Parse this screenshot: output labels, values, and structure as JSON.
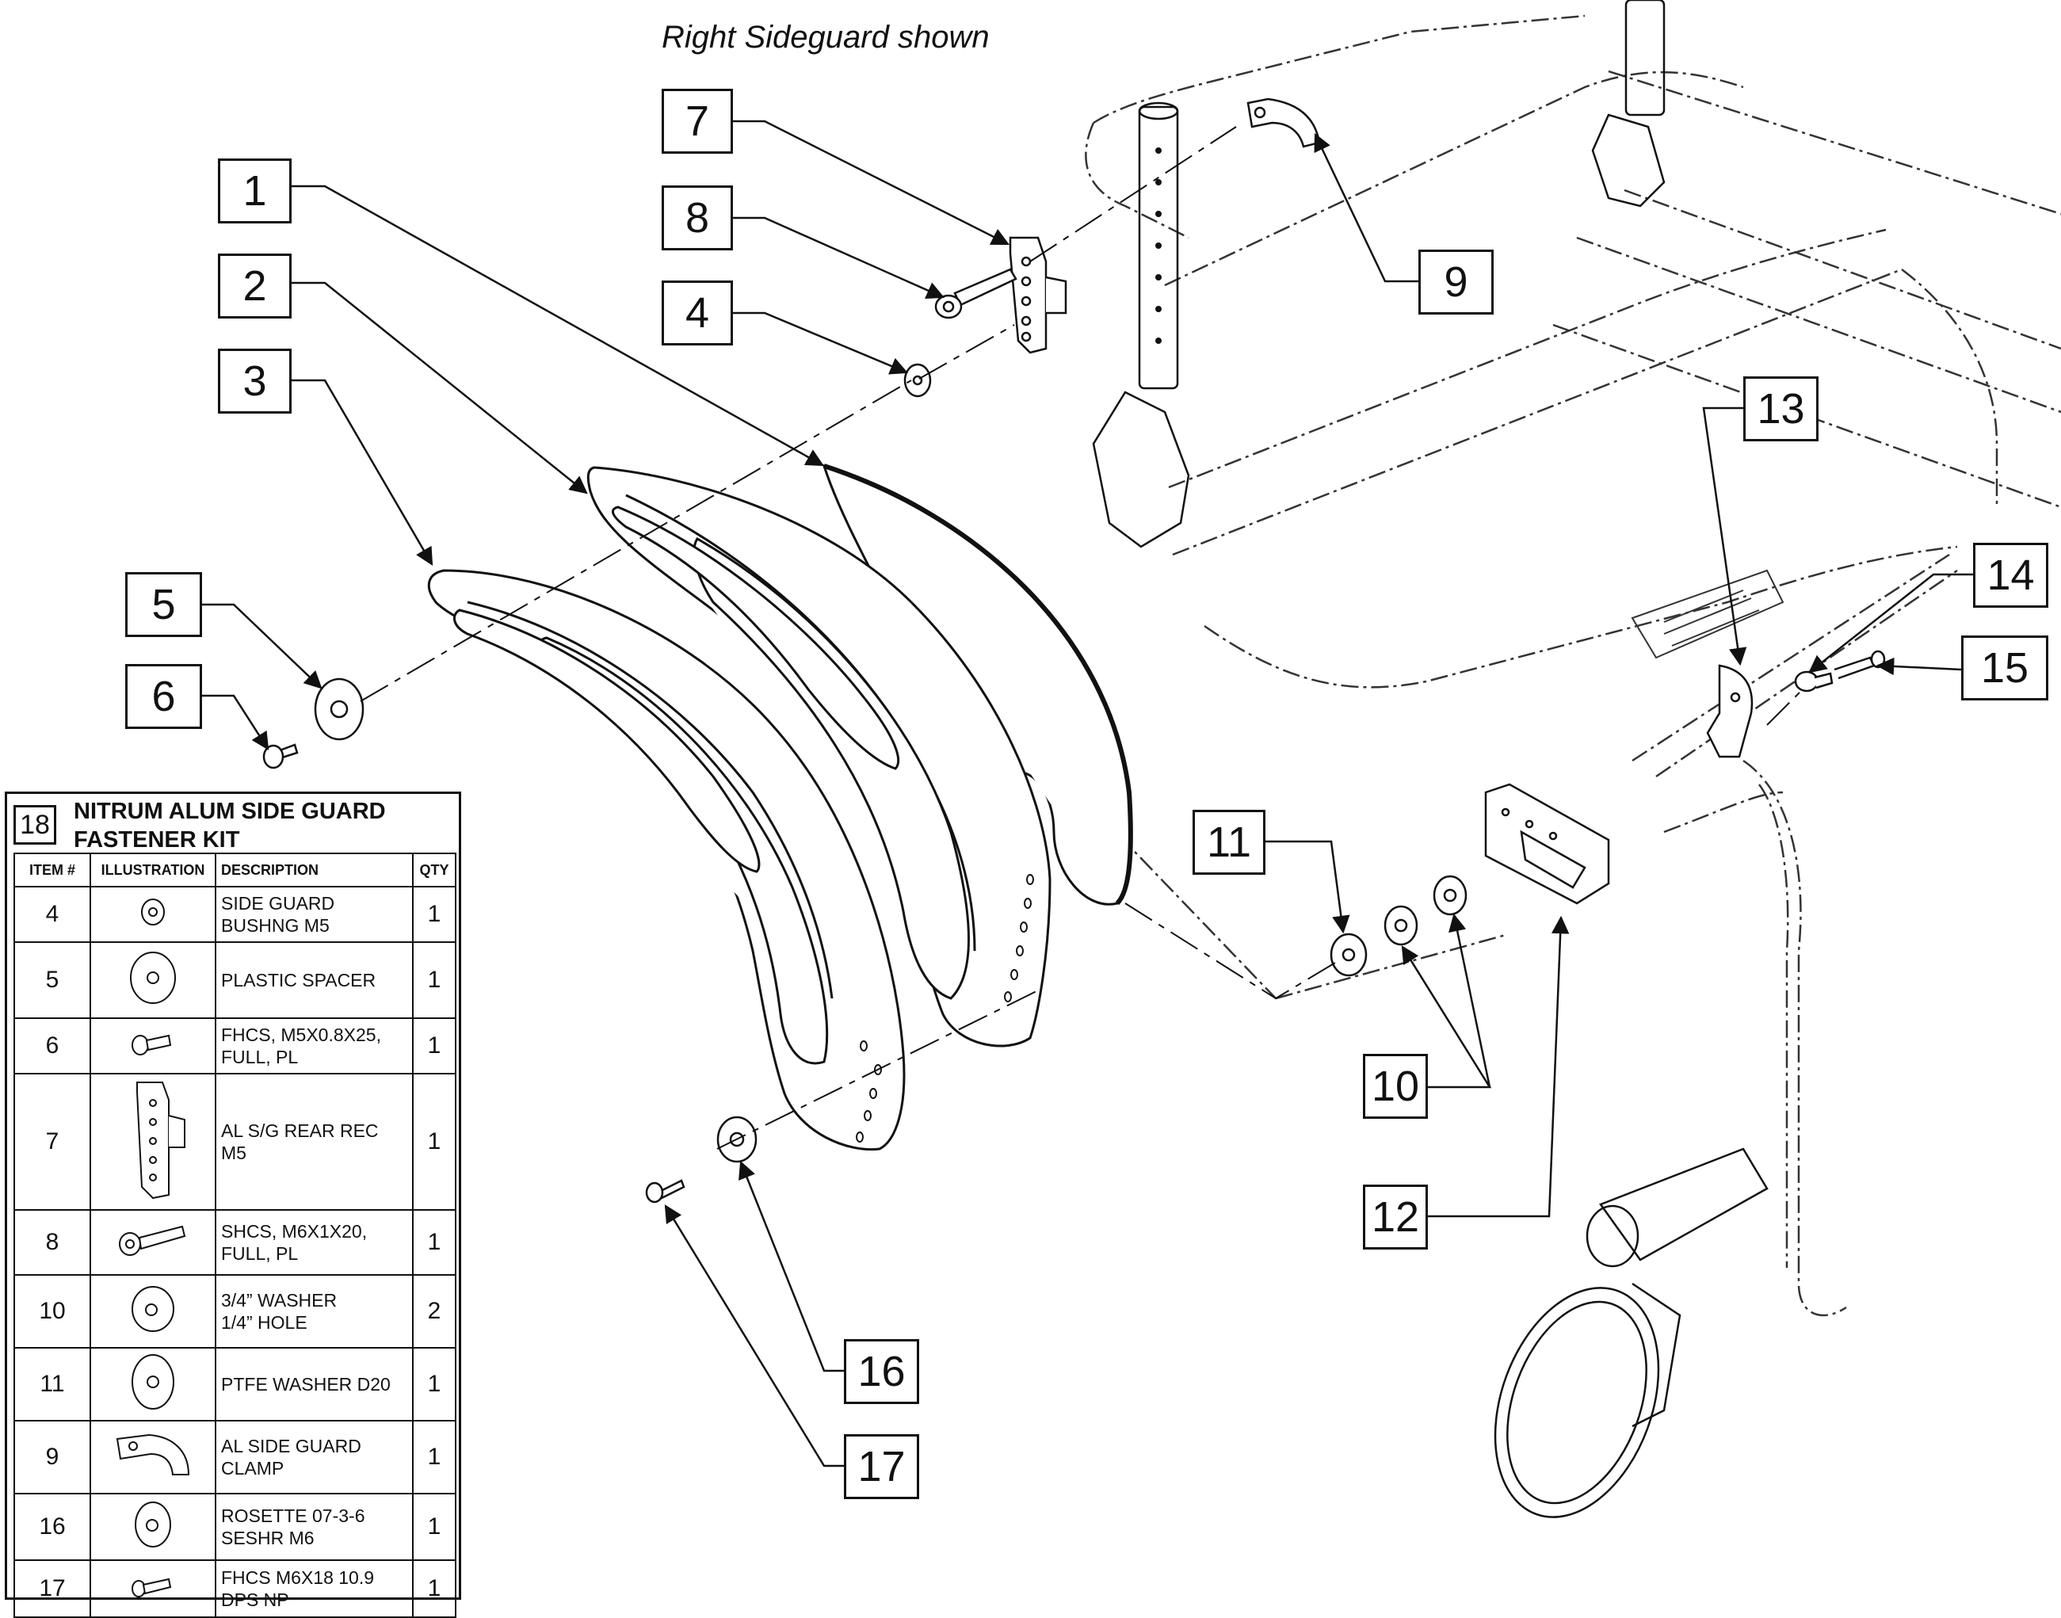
{
  "caption": "Right Sideguard shown",
  "callouts": {
    "c1": "1",
    "c2": "2",
    "c3": "3",
    "c4": "4",
    "c5": "5",
    "c6": "6",
    "c7": "7",
    "c8": "8",
    "c9": "9",
    "c10": "10",
    "c11": "11",
    "c12": "12",
    "c13": "13",
    "c14": "14",
    "c15": "15",
    "c16": "16",
    "c17": "17"
  },
  "kit": {
    "number": "18",
    "title_line1": "NITRUM ALUM SIDE GUARD",
    "title_line2": "FASTENER KIT",
    "headers": {
      "item": "ITEM #",
      "illustration": "ILLUSTRATION",
      "description": "DESCRIPTION",
      "qty": "QTY"
    },
    "rows": [
      {
        "item": "4",
        "icon": "bushing-icon",
        "desc1": "SIDE GUARD",
        "desc2": "BUSHNG M5",
        "qty": "1"
      },
      {
        "item": "5",
        "icon": "spacer-icon",
        "desc1": "PLASTIC SPACER",
        "desc2": "",
        "qty": "1"
      },
      {
        "item": "6",
        "icon": "screw-icon",
        "desc1": "FHCS, M5X0.8X25,",
        "desc2": "FULL, PL",
        "qty": "1"
      },
      {
        "item": "7",
        "icon": "receiver-icon",
        "desc1": "AL S/G REAR REC",
        "desc2": "M5",
        "qty": "1"
      },
      {
        "item": "8",
        "icon": "socket-screw-icon",
        "desc1": "SHCS, M6X1X20,",
        "desc2": "FULL, PL",
        "qty": "1"
      },
      {
        "item": "10",
        "icon": "washer-icon",
        "desc1": "3/4” WASHER",
        "desc2": "1/4” HOLE",
        "qty": "2"
      },
      {
        "item": "11",
        "icon": "ptfe-washer-icon",
        "desc1": "PTFE WASHER D20",
        "desc2": "",
        "qty": "1"
      },
      {
        "item": "9",
        "icon": "clamp-icon",
        "desc1": "AL SIDE GUARD",
        "desc2": "CLAMP",
        "qty": "1"
      },
      {
        "item": "16",
        "icon": "rosette-icon",
        "desc1": "ROSETTE 07-3-6",
        "desc2": "SESHR M6",
        "qty": "1"
      },
      {
        "item": "17",
        "icon": "screw-icon",
        "desc1": "FHCS M6X18 10.9",
        "desc2": "DPS NP",
        "qty": "1"
      }
    ]
  }
}
